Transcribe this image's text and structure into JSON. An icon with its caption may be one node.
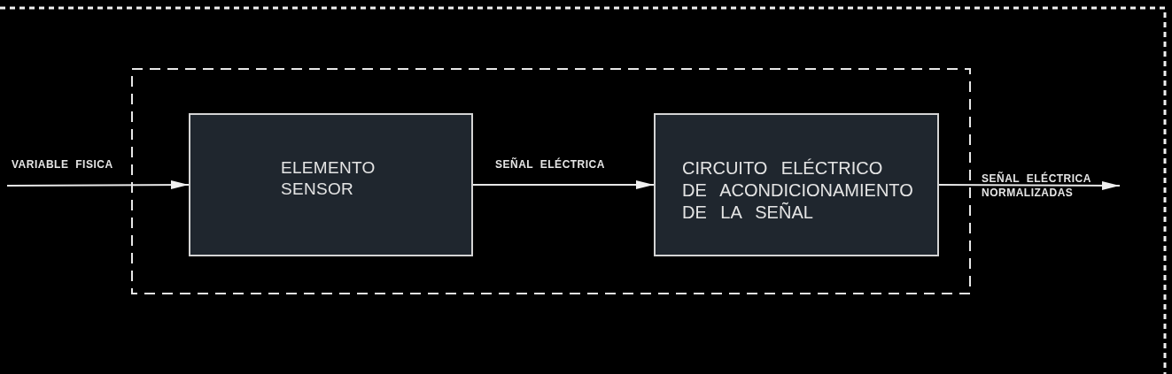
{
  "diagram": {
    "nodes": [
      {
        "text": [],
        "shape": "box"
      },
      {
        "text": [
          "ELEMENTO SENSOR"
        ],
        "in": 0
      },
      {
        "text": [
          "CIRCUITO ELÉCTRICO DE ACONDICIONAMIENTO DE LA SEÑAL"
        ],
        "in": 0
      }
    ],
    "edges": [
      {
        "from": null,
        "to": 1,
        "arrow": "to",
        "label": "VARIABLE FISICA"
      },
      {
        "from": 1,
        "to": 2,
        "arrow": "to",
        "label": "SEÑAL ELÉCTRICA"
      },
      {
        "from": 2,
        "to": null,
        "arrow": "to",
        "label": "SEÑAL ELÉCTRICA NORMALIZADAS"
      }
    ]
  }
}
